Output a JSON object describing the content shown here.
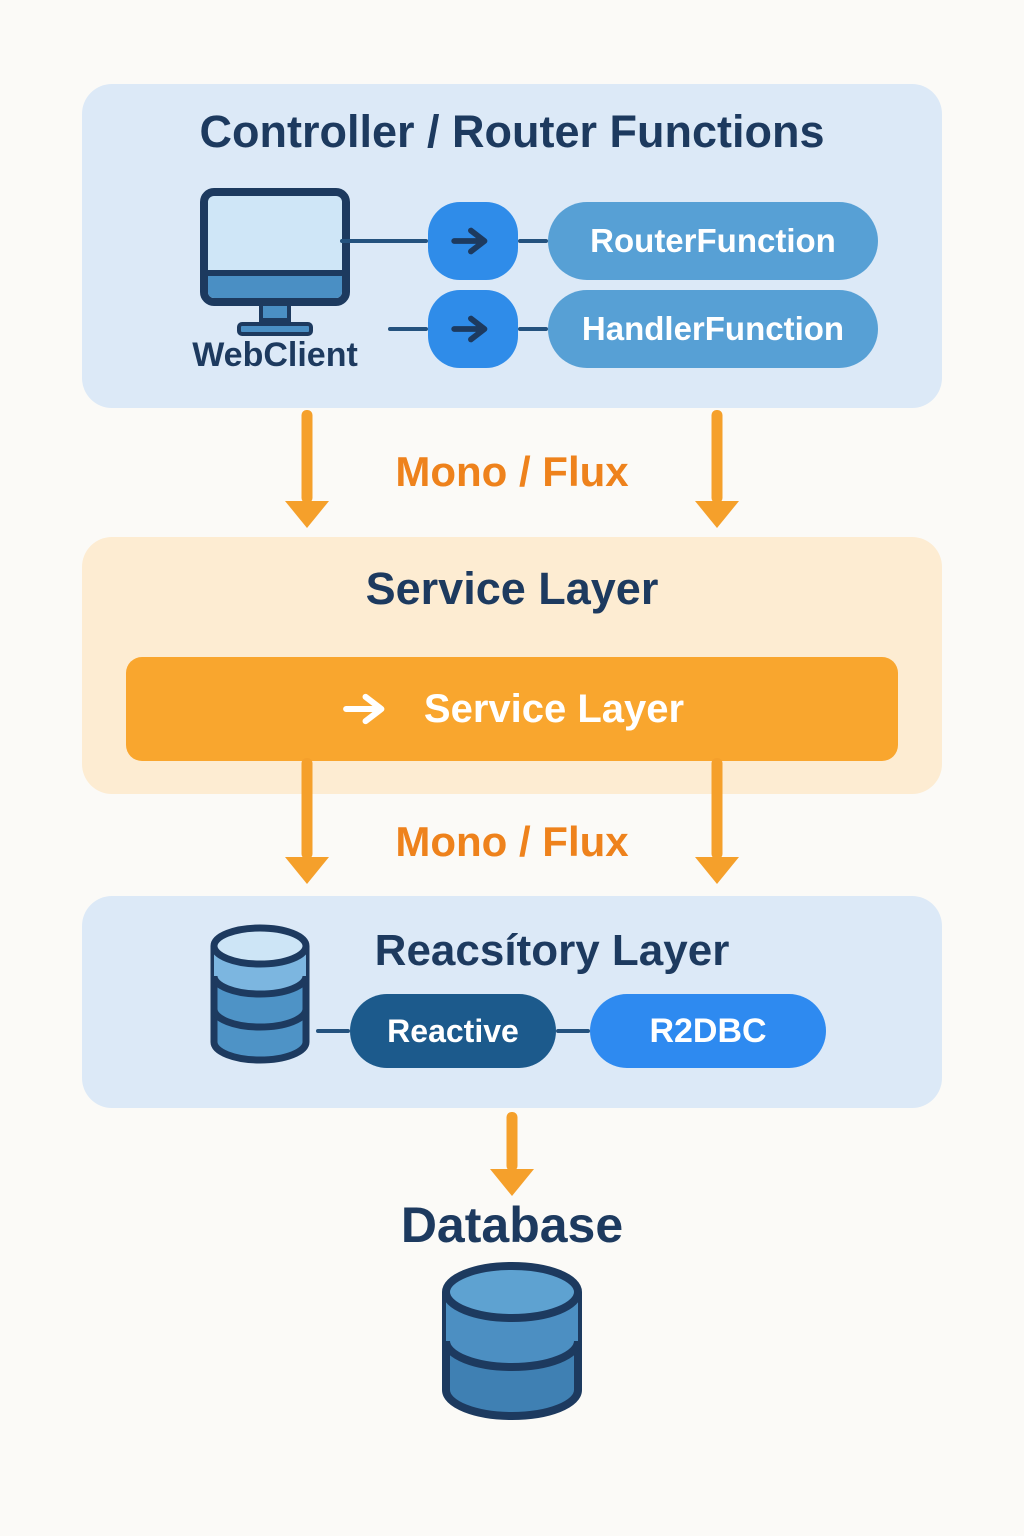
{
  "controller": {
    "title": "Controller / Router Functions",
    "webclient_label": "WebClient",
    "pills": [
      {
        "label": "RouterFunction"
      },
      {
        "label": "HandlerFunction"
      }
    ]
  },
  "flow_top": {
    "label": "Mono / Flux"
  },
  "service": {
    "title": "Service Layer",
    "bar": {
      "label": "Service Layer"
    }
  },
  "flow_mid": {
    "label": "Mono / Flux"
  },
  "repository": {
    "title": "Reacsítory Layer",
    "pills": [
      {
        "label": "Reactive"
      },
      {
        "label": "R2DBC"
      }
    ]
  },
  "database": {
    "label": "Database"
  },
  "icons": {
    "webclient": "monitor-icon",
    "controller_chips": "right-arrow-icon",
    "service_bar": "right-arrow-icon",
    "repository": "database-cylinder-icon",
    "database": "database-cylinder-icon"
  },
  "colors": {
    "page_background": "#fbfaf7",
    "panel_blue": "#dce9f7",
    "panel_cream": "#fdecd2",
    "bar_orange": "#f9a62e",
    "arrow_orange": "#f5a02b",
    "flow_label_orange": "#ee821c",
    "navy_text": "#1d3a5f",
    "chip_blue": "#2f8ce9",
    "pill_light_blue": "#57a0d5",
    "pill_dark_blue": "#1c5a8c",
    "pill_bright_blue": "#2e8af0"
  }
}
